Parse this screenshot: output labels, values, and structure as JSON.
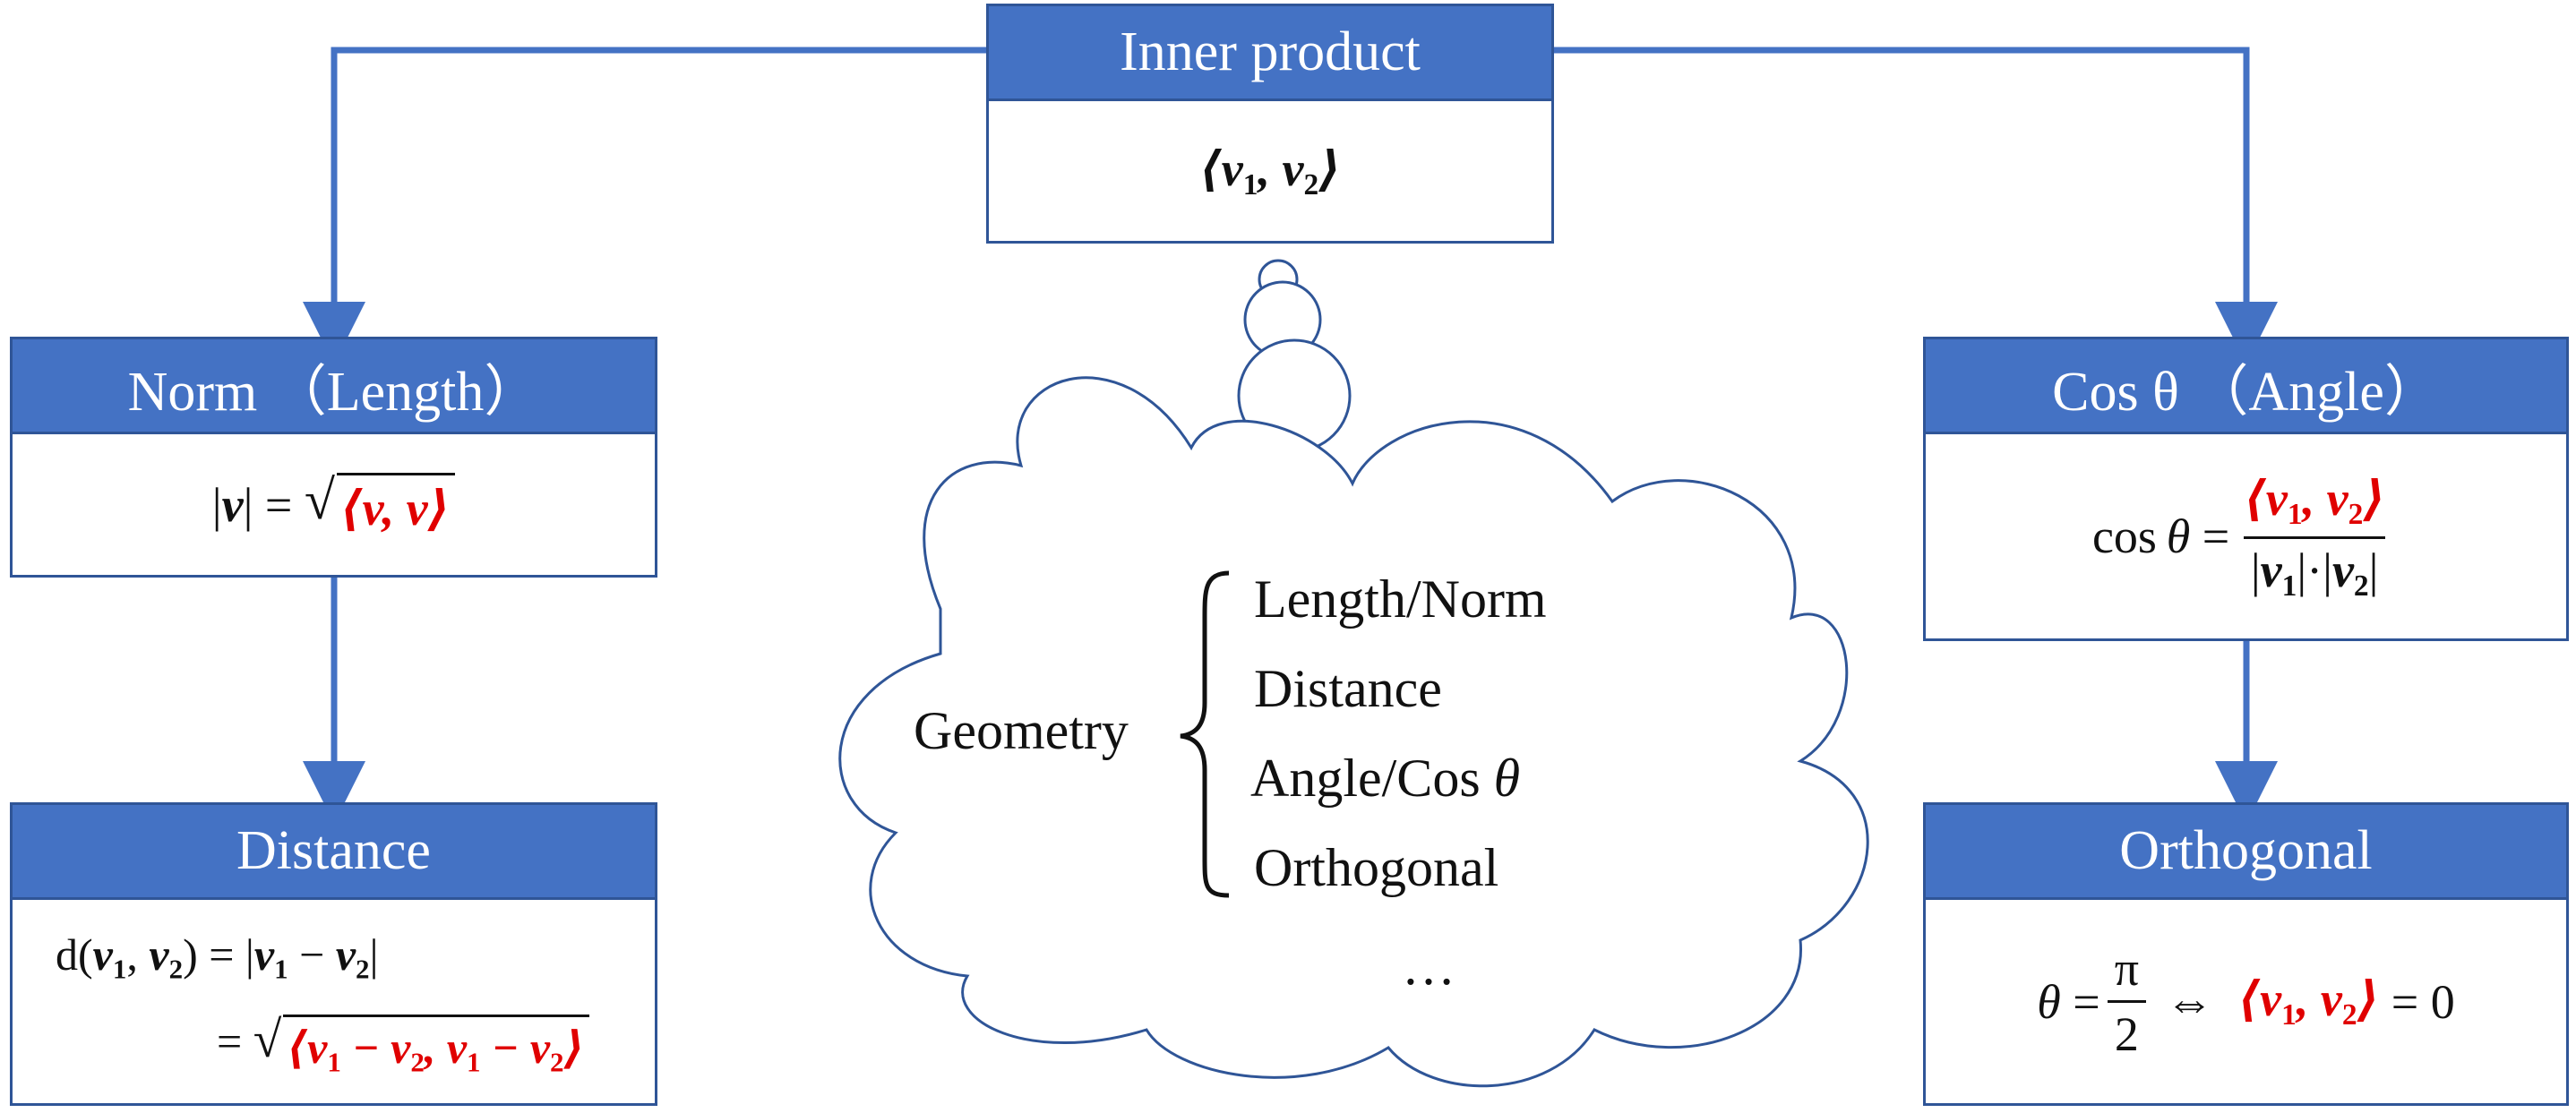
{
  "inner_product": {
    "title": "Inner product",
    "formula": "⟨v1,v2⟩"
  },
  "norm": {
    "title": "Norm （Length）",
    "formula": "|v| = √⟨v,v⟩"
  },
  "distance": {
    "title": "Distance",
    "formula_line1": "d(v1,v2) = |v1 − v2|",
    "formula_line2": "= √⟨v1 − v2, v1 − v2⟩"
  },
  "cos": {
    "title": "Cos θ （Angle）",
    "formula": "cos θ = ⟨v1,v2⟩ / (|v1|·|v2|)"
  },
  "orthogonal": {
    "title": "Orthogonal",
    "formula": "θ = π/2 ⇔ ⟨v1,v2⟩ = 0"
  },
  "cloud": {
    "label": "Geometry",
    "items": [
      "Length/Norm",
      "Distance",
      "Angle/Cos θ",
      "Orthogonal"
    ],
    "ellipsis": "…"
  },
  "colors": {
    "header_fill": "#4472c4",
    "border": "#2f5597",
    "arrow": "#4472c4",
    "highlight": "#e00000"
  }
}
